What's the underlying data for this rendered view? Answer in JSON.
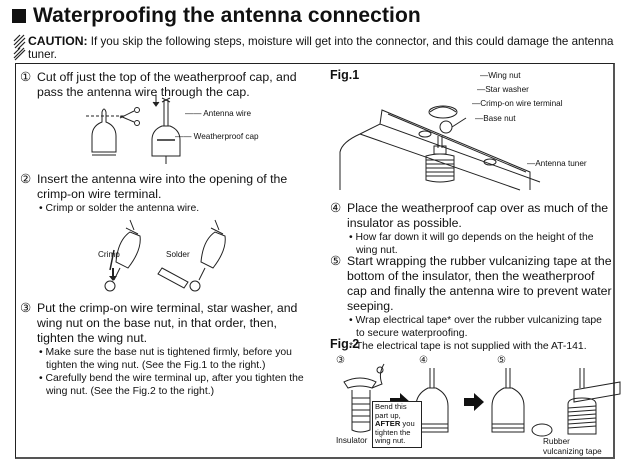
{
  "title": "Waterproofing the antenna connection",
  "caution": {
    "label": "CAUTION:",
    "text": " If you skip the following steps, moisture will get into the connector, and this could damage the antenna tuner."
  },
  "steps": [
    {
      "num": "①",
      "text": "Cut off just the top of the weatherproof cap, and pass the antenna wire through the cap.",
      "bullets": [],
      "figure_labels": [
        "Antenna wire",
        "Weatherproof cap"
      ]
    },
    {
      "num": "②",
      "text": "Insert the antenna wire into the opening of the crimp-on wire terminal.",
      "bullets": [
        "• Crimp or solder the antenna wire."
      ],
      "figure_labels": [
        "Crimp",
        "Solder"
      ]
    },
    {
      "num": "③",
      "text": "Put the crimp-on wire terminal, star washer, and wing nut on the base nut, in that order, then, tighten the wing nut.",
      "bullets": [
        "• Make sure the base nut is tightened firmly, before you tighten the wing nut. (See the Fig.1 to the right.)",
        "• Carefully bend the wire terminal up, after you tighten the wing nut. (See the Fig.2 to the right.)"
      ]
    },
    {
      "num": "④",
      "text": "Place the weatherproof cap over as much of the insulator as possible.",
      "bullets": [
        "• How far down it will go depends on the height of the wing nut."
      ]
    },
    {
      "num": "⑤",
      "text": "Start wrapping the rubber vulcanizing tape at the bottom of the insulator, then the weatherproof cap and finally the antenna wire to prevent water seeping.",
      "bullets": [
        "• Wrap electrical tape* over the rubber vulcanizing tape to secure waterproofing.",
        "* The electrical tape is not supplied with the AT-141."
      ]
    }
  ],
  "fig1": {
    "title": "Fig.1",
    "labels": [
      "Wing nut",
      "Star washer",
      "Crimp-on wire terminal",
      "Base nut",
      "Antenna tuner"
    ]
  },
  "fig2": {
    "title": "Fig.2",
    "step_markers": [
      "③",
      "④",
      "⑤"
    ],
    "note_pre": "Bend this part up, ",
    "note_bold": "AFTER",
    "note_post": " you tighten the wing nut.",
    "labels": [
      "Insulator",
      "Rubber vulcanizing tape"
    ]
  }
}
